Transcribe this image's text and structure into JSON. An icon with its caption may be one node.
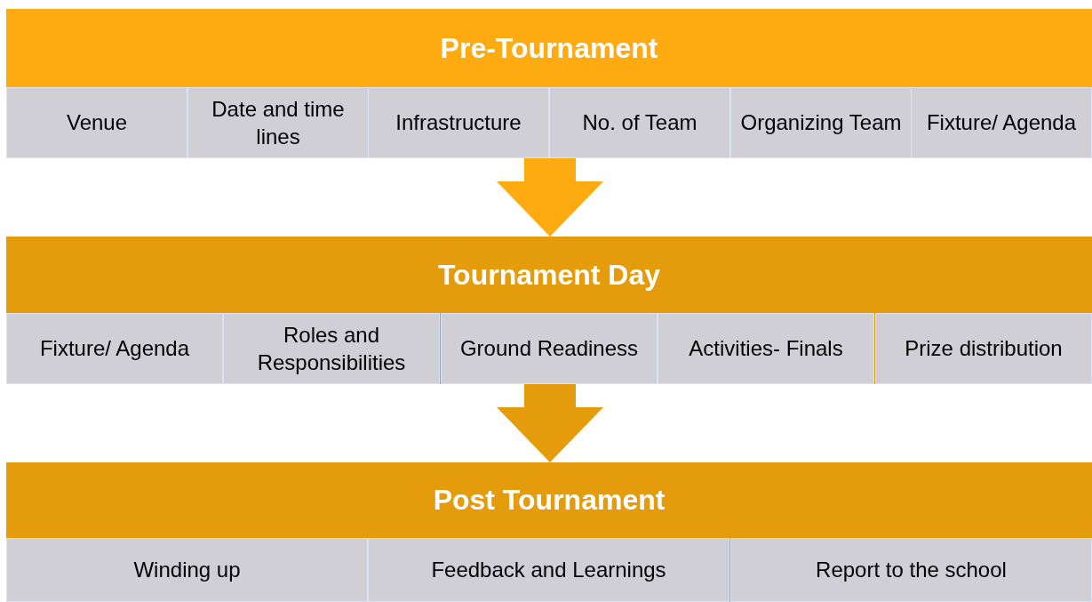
{
  "diagram": {
    "nodes": [
      {
        "text": [
          "Pre-Tournament"
        ]
      },
      {
        "text": [
          "Venue"
        ],
        "in": 0
      },
      {
        "text": [
          "Date and time lines"
        ],
        "in": 0
      },
      {
        "text": [
          "Infrastructure"
        ],
        "in": 0
      },
      {
        "text": [
          "No. of Team"
        ],
        "in": 0
      },
      {
        "text": [
          "Organizing Team"
        ],
        "in": 0
      },
      {
        "text": [
          "Fixture/ Agenda"
        ],
        "in": 0
      },
      {
        "text": [
          "Tournament Day"
        ]
      },
      {
        "text": [
          "Fixture/ Agenda"
        ],
        "in": 7
      },
      {
        "text": [
          "Roles and Responsibilities"
        ],
        "in": 7
      },
      {
        "text": [
          "Ground Readiness"
        ],
        "in": 7
      },
      {
        "text": [
          "Activities- Finals"
        ],
        "in": 7
      },
      {
        "text": [
          "Prize distribution"
        ],
        "in": 7
      },
      {
        "text": [
          "Post Tournament"
        ]
      },
      {
        "text": [
          "Winding up"
        ],
        "in": 13
      },
      {
        "text": [
          "Feedback and Learnings"
        ],
        "in": 13
      },
      {
        "text": [
          "Report to the school"
        ],
        "in": 13
      }
    ],
    "edges": [
      {
        "from": 0,
        "to": 7,
        "arrow": "to",
        "color": "#fdab11"
      },
      {
        "from": 7,
        "to": 13,
        "arrow": "to",
        "color": "#e49c0c"
      }
    ]
  }
}
